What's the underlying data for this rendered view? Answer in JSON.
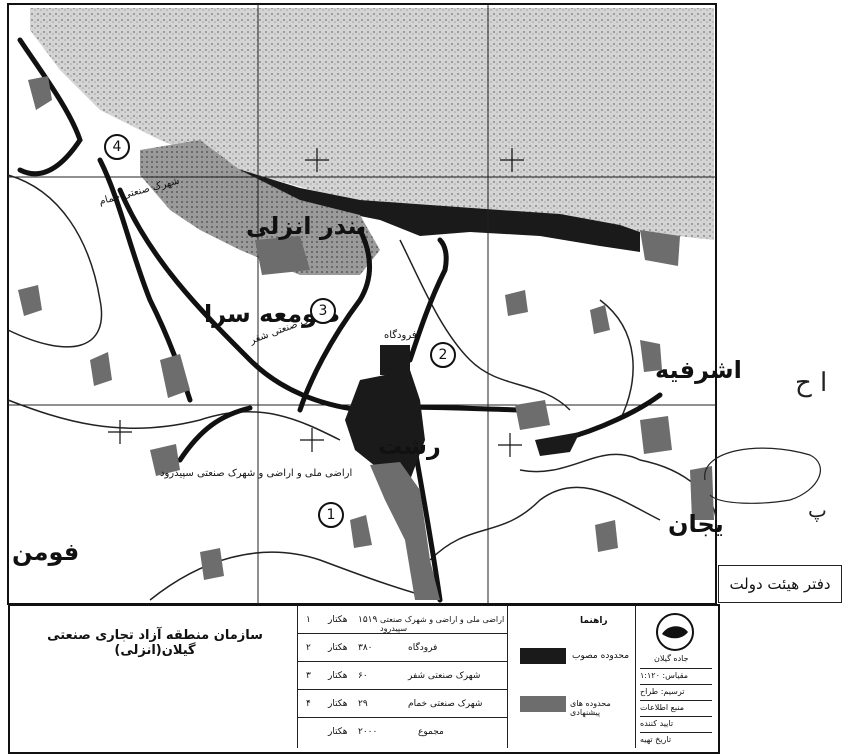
{
  "places": {
    "anzali": "بندر انزلی",
    "someesara": "صومعه سرا",
    "rasht": "رشت",
    "ashrafieh": "اشرفیه",
    "fuman": "فومن",
    "lahijan": "یجان",
    "airport": "فرودگاه",
    "industrial_town_shafr": "شهرک صنعتی شفر",
    "industrial_town_khomam": "شهرک صنعتی خمام",
    "rasht_road_note": "اراضی ملی و اراضی و شهرک صنعتی سپیدرود"
  },
  "route_markers": [
    "1",
    "2",
    "3",
    "4"
  ],
  "stamp": "دفتر هیئت دولت",
  "handwriting": [
    "ا ح",
    "پ"
  ],
  "legend": {
    "title": "سازمان منطقه آزاد تجاری صنعتی گیلان(انزلی)",
    "rows": [
      {
        "no": "۱",
        "name": "اراضی ملی و اراضی و شهرک صنعتی سپیدرود",
        "area": "۱۵۱۹",
        "unit": "هکتار"
      },
      {
        "no": "۲",
        "name": "فرودگاه",
        "area": "۳۸۰",
        "unit": "هکتار"
      },
      {
        "no": "۳",
        "name": "شهرک صنعتی شفر",
        "area": "۶۰",
        "unit": "هکتار"
      },
      {
        "no": "۴",
        "name": "شهرک صنعتی خمام",
        "area": "۲۹",
        "unit": "هکتار"
      },
      {
        "no": "",
        "name": "مجموع",
        "area": "۲۰۰۰",
        "unit": "هکتار"
      }
    ],
    "key_title": "راهنما",
    "key_items": [
      "محدوده مصوب",
      "محدوده های پیشنهادی"
    ],
    "info": {
      "org": "جاده گیلان",
      "scale_label": "مقیاس",
      "scale_value": "۱:۱۲۰",
      "drawn_label": "ترسیم",
      "drawn_value": "طراح",
      "source_label": "منبع اطلاعات",
      "approval_label": "تایید کننده",
      "date_label": "تاریخ تهیه"
    }
  },
  "colors": {
    "ink": "#111111",
    "sea": "#bdbdbd",
    "zone": "#1a1a1a",
    "proposed": "#6d6d6d"
  }
}
